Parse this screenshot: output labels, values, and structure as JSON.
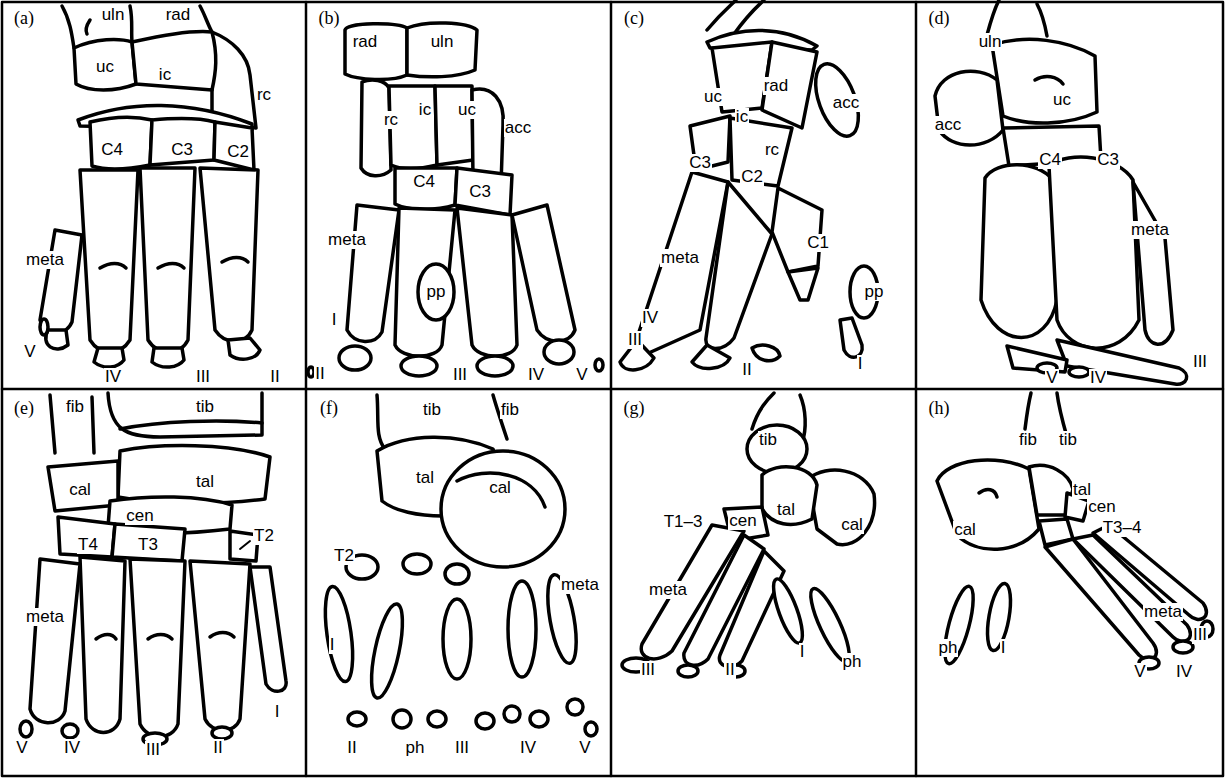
{
  "diagram": {
    "labels": [
      "(a)",
      "uln",
      "rad",
      "uc",
      "ic",
      "rc",
      "C4",
      "C3",
      "C2",
      "meta",
      "V",
      "IV",
      "III",
      "II",
      "(b)",
      "rad",
      "uln",
      "rc",
      "ic",
      "uc",
      "acc",
      "C4",
      "C3",
      "meta",
      "pp",
      "I",
      "II",
      "III",
      "IV",
      "V",
      "(c)",
      "uc",
      "rad",
      "acc",
      "ic",
      "rc",
      "C3",
      "C2",
      "C1",
      "meta",
      "pp",
      "IV",
      "III",
      "II",
      "I",
      "(d)",
      "uln",
      "acc",
      "uc",
      "C4",
      "C3",
      "meta",
      "V",
      "IV",
      "III",
      "(e)",
      "fib",
      "tib",
      "tal",
      "cal",
      "cen",
      "T4",
      "T3",
      "T2",
      "meta",
      "V",
      "IV",
      "III",
      "II",
      "I",
      "(f)",
      "tib",
      "fib",
      "tal",
      "cal",
      "T2",
      "meta",
      "I",
      "II",
      "ph",
      "III",
      "IV",
      "V",
      "(g)",
      "tib",
      "tal",
      "cal",
      "T1–3",
      "cen",
      "meta",
      "I",
      "ph",
      "III",
      "II",
      "(h)",
      "fib",
      "tib",
      "tal",
      "cen",
      "cal",
      "T3–4",
      "meta",
      "III",
      "ph",
      "I",
      "V",
      "IV"
    ]
  }
}
